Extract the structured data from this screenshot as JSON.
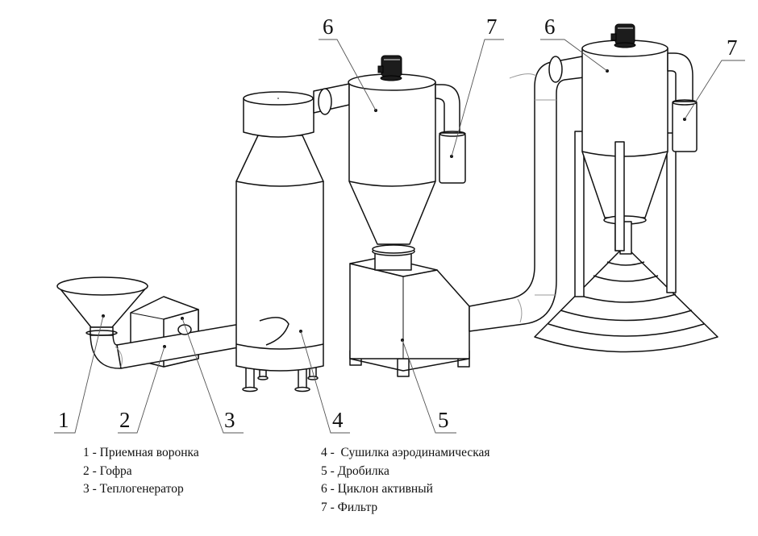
{
  "diagram": {
    "title": "",
    "callouts": {
      "c1": "1",
      "c2": "2",
      "c3": "3",
      "c4": "4",
      "c5": "5",
      "c6a": "6",
      "c7a": "7",
      "c6b": "6",
      "c7b": "7"
    },
    "components": [
      {
        "id": 1,
        "name": "receiving-funnel"
      },
      {
        "id": 2,
        "name": "corrugated-pipe"
      },
      {
        "id": 3,
        "name": "heat-generator"
      },
      {
        "id": 4,
        "name": "aerodynamic-dryer"
      },
      {
        "id": 5,
        "name": "crusher"
      },
      {
        "id": 6,
        "name": "active-cyclone"
      },
      {
        "id": 7,
        "name": "filter"
      }
    ]
  },
  "legend": {
    "left": [
      "1 - Приемная воронка",
      "2 - Гофра",
      "3 - Теплогенератор"
    ],
    "right": [
      "4 -  Сушилка аэродинамическая",
      "5 - Дробилка",
      "6 - Циклон активный",
      "7 - Фильтр"
    ]
  }
}
